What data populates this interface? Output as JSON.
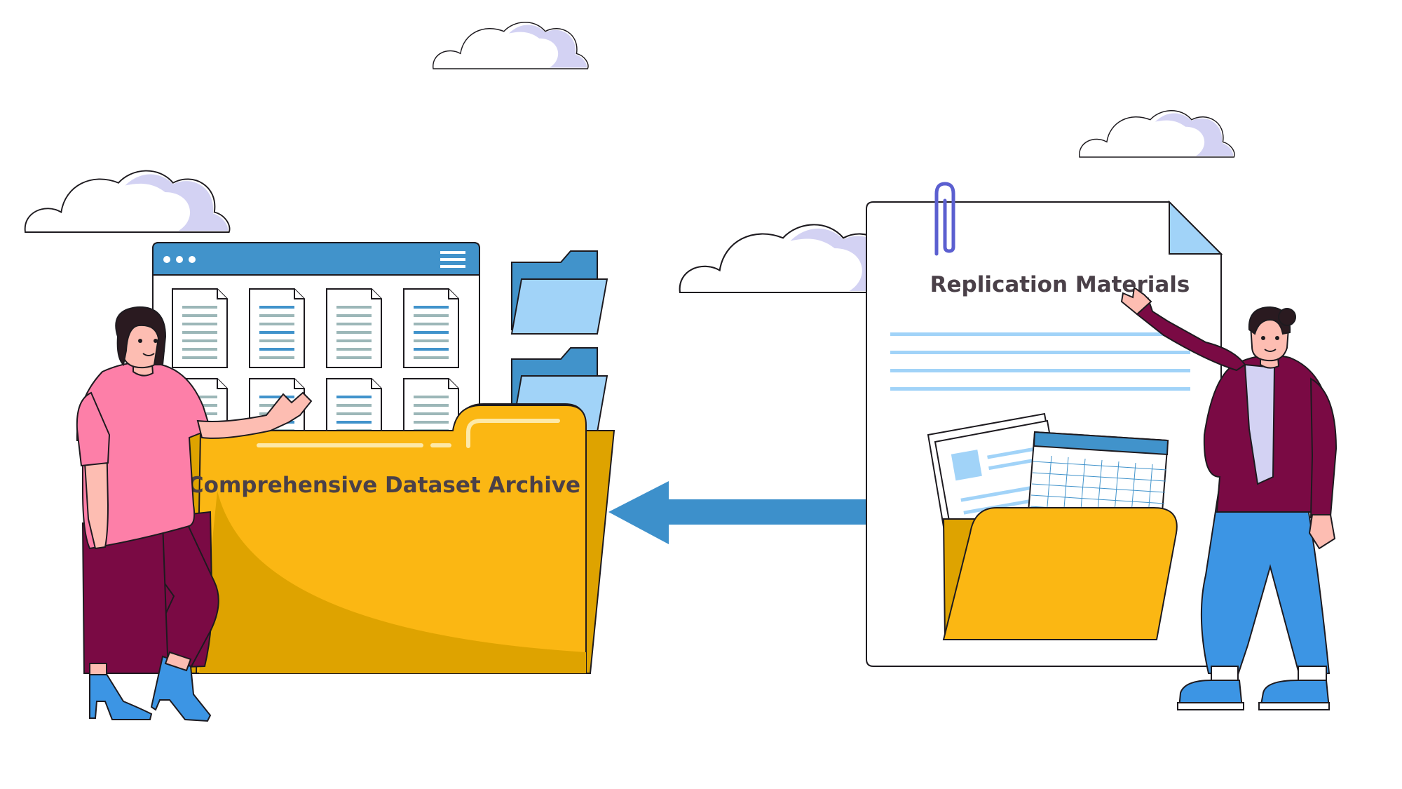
{
  "left_folder": {
    "label": "Comprehensive Dataset Archive"
  },
  "right_document": {
    "title": "Replication Materials"
  },
  "flow": {
    "direction": "right-to-left"
  },
  "colors": {
    "folder_yellow": "#fbb713",
    "folder_shadow": "#dea300",
    "window_blue": "#4193cb",
    "light_blue": "#a1d3f8",
    "arrow_blue": "#3d90cb",
    "cloud_lilac": "#d3d2f3",
    "person_magenta": "#7a0a44",
    "person_pink": "#fd7fa8",
    "pants_blue": "#3c95e4",
    "outline": "#1d1a1f"
  },
  "icons": [
    "cloud-icon",
    "folder-icon",
    "document-icon",
    "paperclip-icon",
    "browser-window-icon",
    "arrow-left-icon"
  ]
}
